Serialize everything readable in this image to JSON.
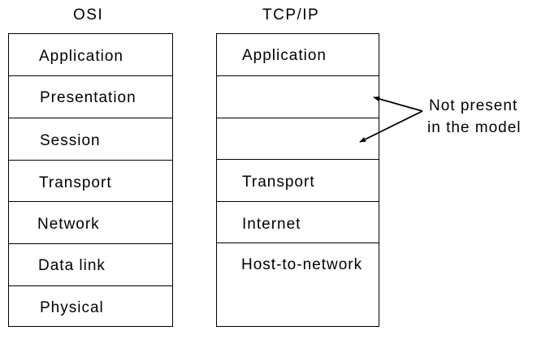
{
  "osi": {
    "title": "OSI",
    "layers": [
      "Application",
      "Presentation",
      "Session",
      "Transport",
      "Network",
      "Data link",
      "Physical"
    ]
  },
  "tcpip": {
    "title": "TCP/IP",
    "layers": [
      "Application",
      "",
      "",
      "Transport",
      "Internet",
      "Host-to-network",
      ""
    ]
  },
  "annotation": {
    "line1": "Not present",
    "line2": "in the model"
  }
}
